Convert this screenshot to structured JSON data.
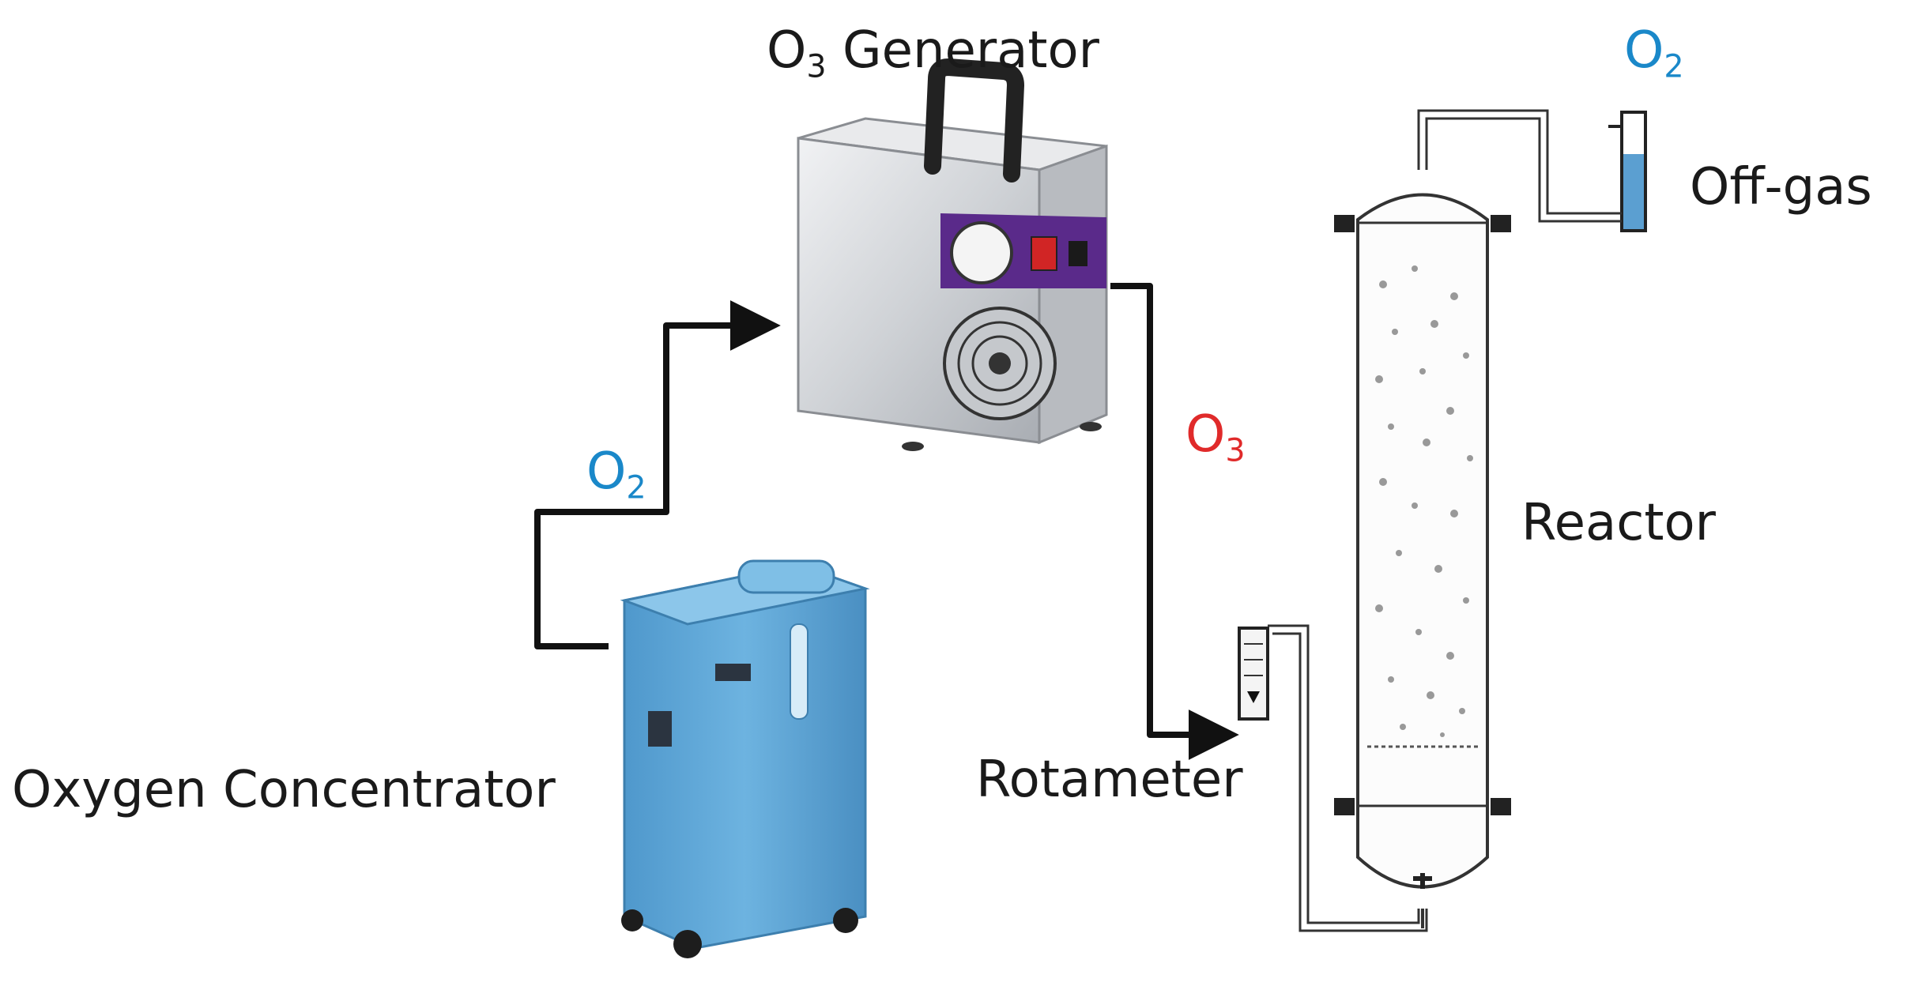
{
  "labels": {
    "generator": {
      "main": "O",
      "sub": "3",
      "rest": " Generator"
    },
    "o2_top": {
      "main": "O",
      "sub": "2"
    },
    "offgas": "Off-gas",
    "o3_red": {
      "main": "O",
      "sub": "3"
    },
    "o2_left": {
      "main": "O",
      "sub": "2"
    },
    "reactor": "Reactor",
    "concentrator": "Oxygen Concentrator",
    "rotameter": "Rotameter"
  },
  "colors": {
    "o2_label": "#1a88c9",
    "o3_label": "#e02a2a",
    "pipe": "#111111",
    "concentrator_body": "#62a9d8",
    "generator_body": "#d7d9dc",
    "generator_panel": "#5a2a8a",
    "liquid": "#5b9fd1"
  }
}
